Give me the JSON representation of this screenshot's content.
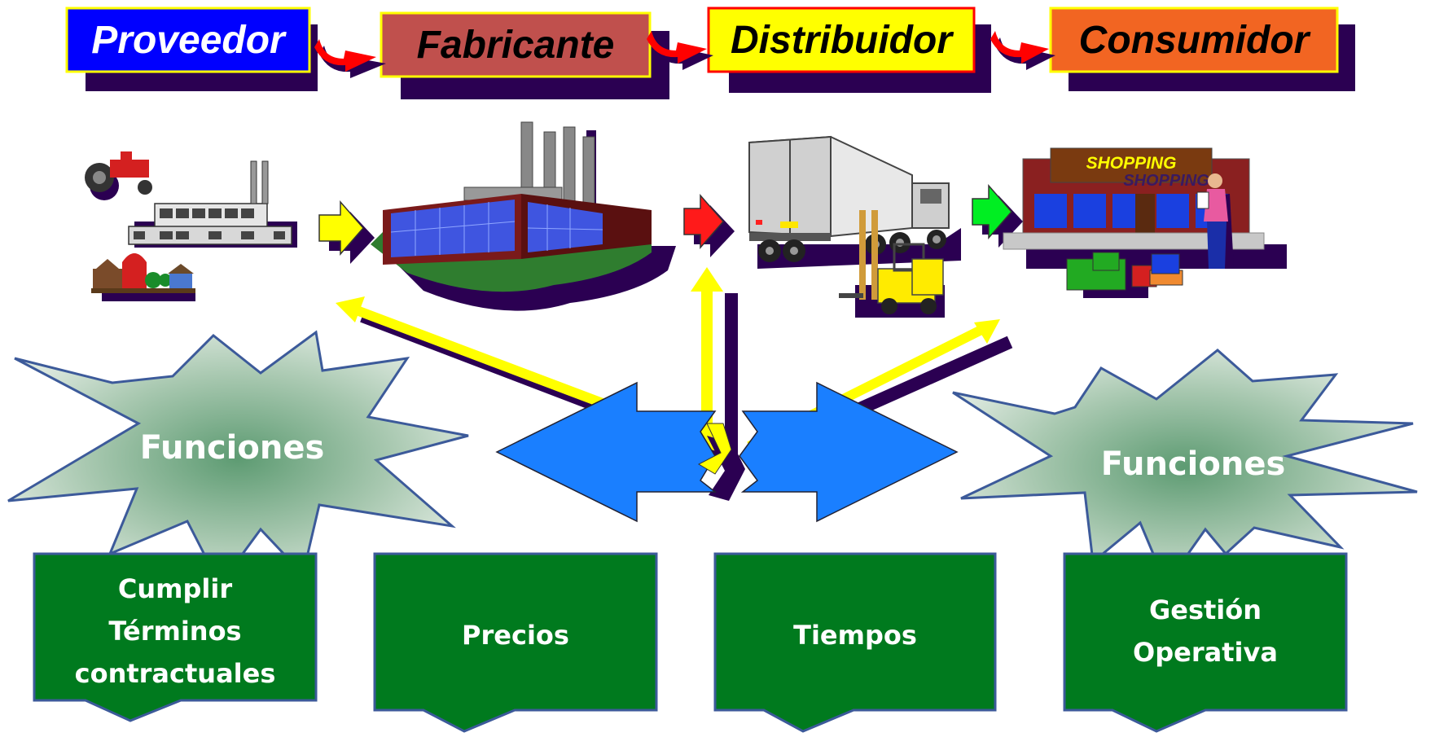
{
  "header": {
    "stages": [
      {
        "label": "Proveedor",
        "bg": "#0000ff",
        "text_color": "#ffffff"
      },
      {
        "label": "Fabricante",
        "bg": "#c0504d",
        "text_color": "#000000"
      },
      {
        "label": "Distribuidor",
        "bg": "#ffff00",
        "text_color": "#000000"
      },
      {
        "label": "Consumidor",
        "bg": "#f26522",
        "text_color": "#000000"
      }
    ],
    "connector_color": "#ff0000"
  },
  "illustrations": {
    "supplier": "farm-and-factory-illustration",
    "manufacturer": "factory-illustration",
    "distributor": "truck-and-forklift-illustration",
    "consumer": "shopping-store-illustration",
    "store_sign": "SHOPPING",
    "flow_arrow_colors": [
      "#ffff00",
      "#ff0000",
      "#00ff00"
    ]
  },
  "functions": {
    "left_label": "Funciones",
    "right_label": "Funciones"
  },
  "boxes": [
    {
      "lines": [
        "Cumplir",
        "Términos",
        "contractuales"
      ]
    },
    {
      "lines": [
        "Precios"
      ]
    },
    {
      "lines": [
        "Tiempos"
      ]
    },
    {
      "lines": [
        "Gestión",
        "Operativa"
      ]
    }
  ],
  "colors": {
    "box_fill": "#007a1e",
    "box_border": "#3c5a9a",
    "shadow": "#2b0052",
    "center_arrow": "#0080ff",
    "pointer_arrow": "#ffff00"
  }
}
